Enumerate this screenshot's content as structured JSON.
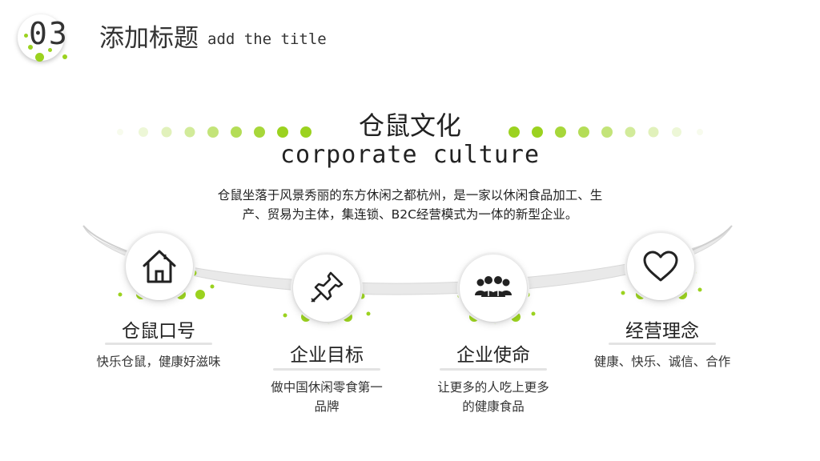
{
  "header": {
    "number": "03",
    "title_cn": "添加标题",
    "title_en": "add the title"
  },
  "culture": {
    "title_cn": "仓鼠文化",
    "title_en": "corporate culture",
    "description_line1": "仓鼠坐落于风景秀丽的东方休闲之都杭州，是一家以休闲食品加工、生",
    "description_line2": "产、贸易为主体，集连锁、B2C经营模式为一体的新型企业。"
  },
  "cards": [
    {
      "title": "仓鼠口号",
      "text": "快乐仓鼠，健康好滋味",
      "icon": "house-icon"
    },
    {
      "title": "企业目标",
      "text_line1": "做中国休闲零食第一",
      "text_line2": "品牌",
      "icon": "pushpin-icon"
    },
    {
      "title": "企业使命",
      "text_line1": "让更多的人吃上更多",
      "text_line2": "的健康食品",
      "icon": "team-icon"
    },
    {
      "title": "经营理念",
      "text": "健康、快乐、诚信、合作",
      "icon": "heart-icon"
    }
  ],
  "colors": {
    "accent": "#9bd21f",
    "text": "#222222"
  }
}
